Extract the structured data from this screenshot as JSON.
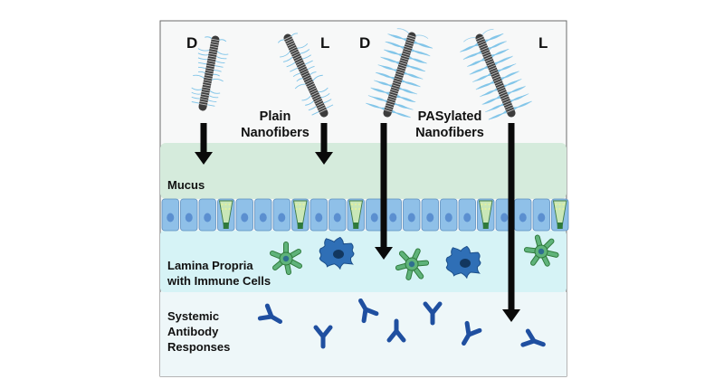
{
  "labels": {
    "plain_d": "D",
    "plain_l": "L",
    "pas_d": "D",
    "pas_l": "L",
    "plain_line1": "Plain",
    "plain_line2": "Nanofibers",
    "pas_line1": "PASylated",
    "pas_line2": "Nanofibers",
    "mucus": "Mucus",
    "lamina_line1": "Lamina Propria",
    "lamina_line2": "with Immune Cells",
    "systemic_line1": "Systemic",
    "systemic_line2": "Antibody",
    "systemic_line3": "Responses"
  },
  "colors": {
    "mucus_band": "#d5ebdc",
    "lamina_band": "#d6f3f6",
    "systemic_band": "#eef7f9",
    "epithelial_cell": "#8fc0e8",
    "goblet_cell": "#7fbf8a",
    "immune_cell_green": "#5fb37a",
    "macrophage_blue": "#2f6fb6",
    "antibody_blue": "#1f4fa0",
    "arrow": "#0a0a0a"
  },
  "icons": [
    "nanofiber-icon",
    "epithelial-cell-icon",
    "goblet-cell-icon",
    "dendritic-cell-icon",
    "macrophage-icon",
    "antibody-icon",
    "arrow-down-icon"
  ]
}
